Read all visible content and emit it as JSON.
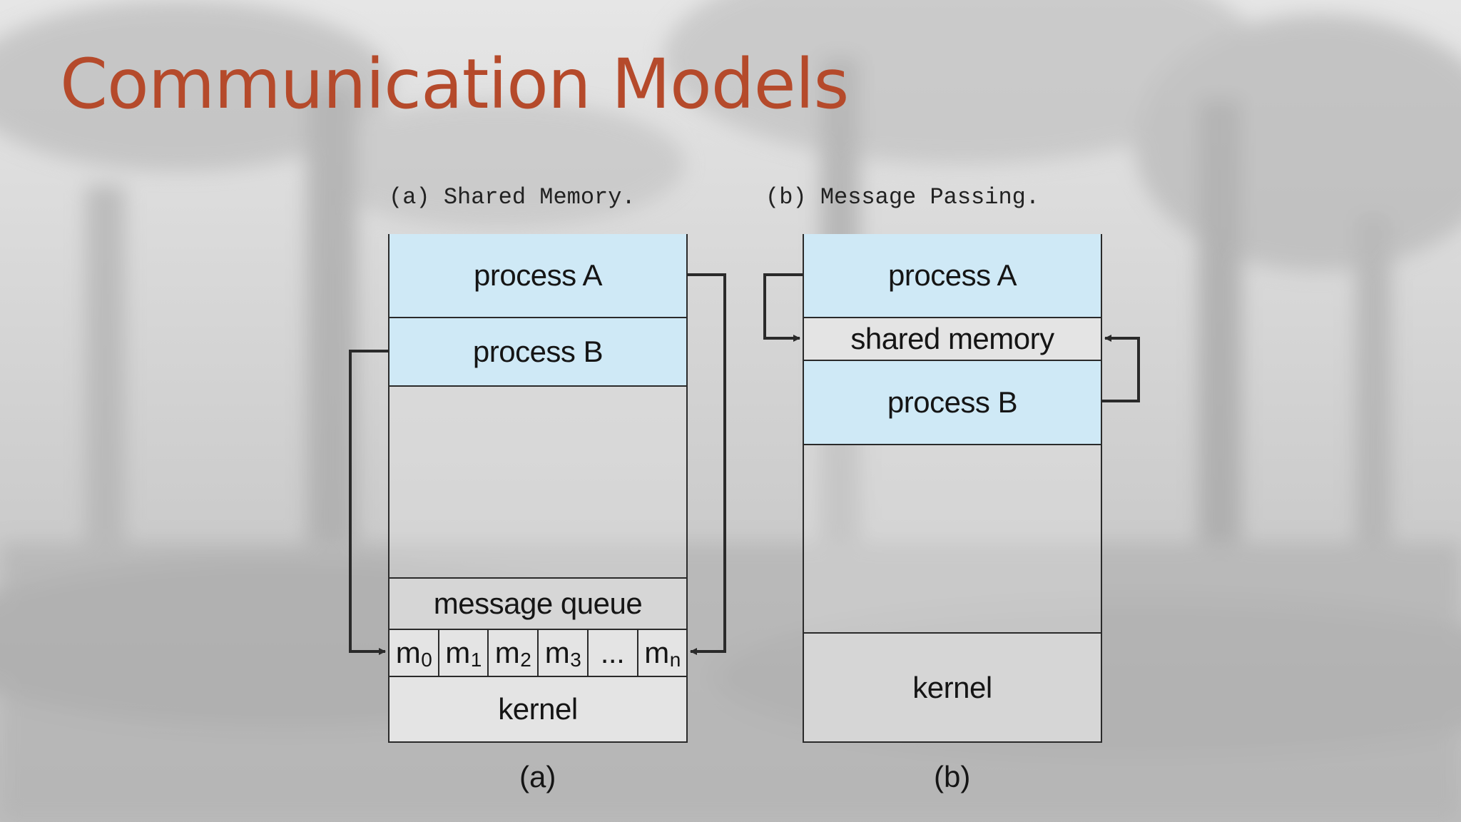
{
  "slide": {
    "title": "Communication Models"
  },
  "diagram_a": {
    "heading": "(a) Shared Memory.",
    "process_a": "process A",
    "process_b": "process B",
    "message_queue": "message queue",
    "queue_cells": [
      {
        "base": "m",
        "sub": "0"
      },
      {
        "base": "m",
        "sub": "1"
      },
      {
        "base": "m",
        "sub": "2"
      },
      {
        "base": "m",
        "sub": "3"
      },
      {
        "base": "...",
        "sub": ""
      },
      {
        "base": "m",
        "sub": "n"
      }
    ],
    "kernel": "kernel",
    "caption": "(a)"
  },
  "diagram_b": {
    "heading": "(b) Message Passing.",
    "process_a": "process A",
    "shared_memory": "shared memory",
    "process_b": "process B",
    "kernel": "kernel",
    "caption": "(b)"
  },
  "colors": {
    "title": "#b54a2b",
    "process_fill": "#cfe9f6",
    "gray_fill": "#d6d6d6",
    "line": "#2a2a2a"
  }
}
